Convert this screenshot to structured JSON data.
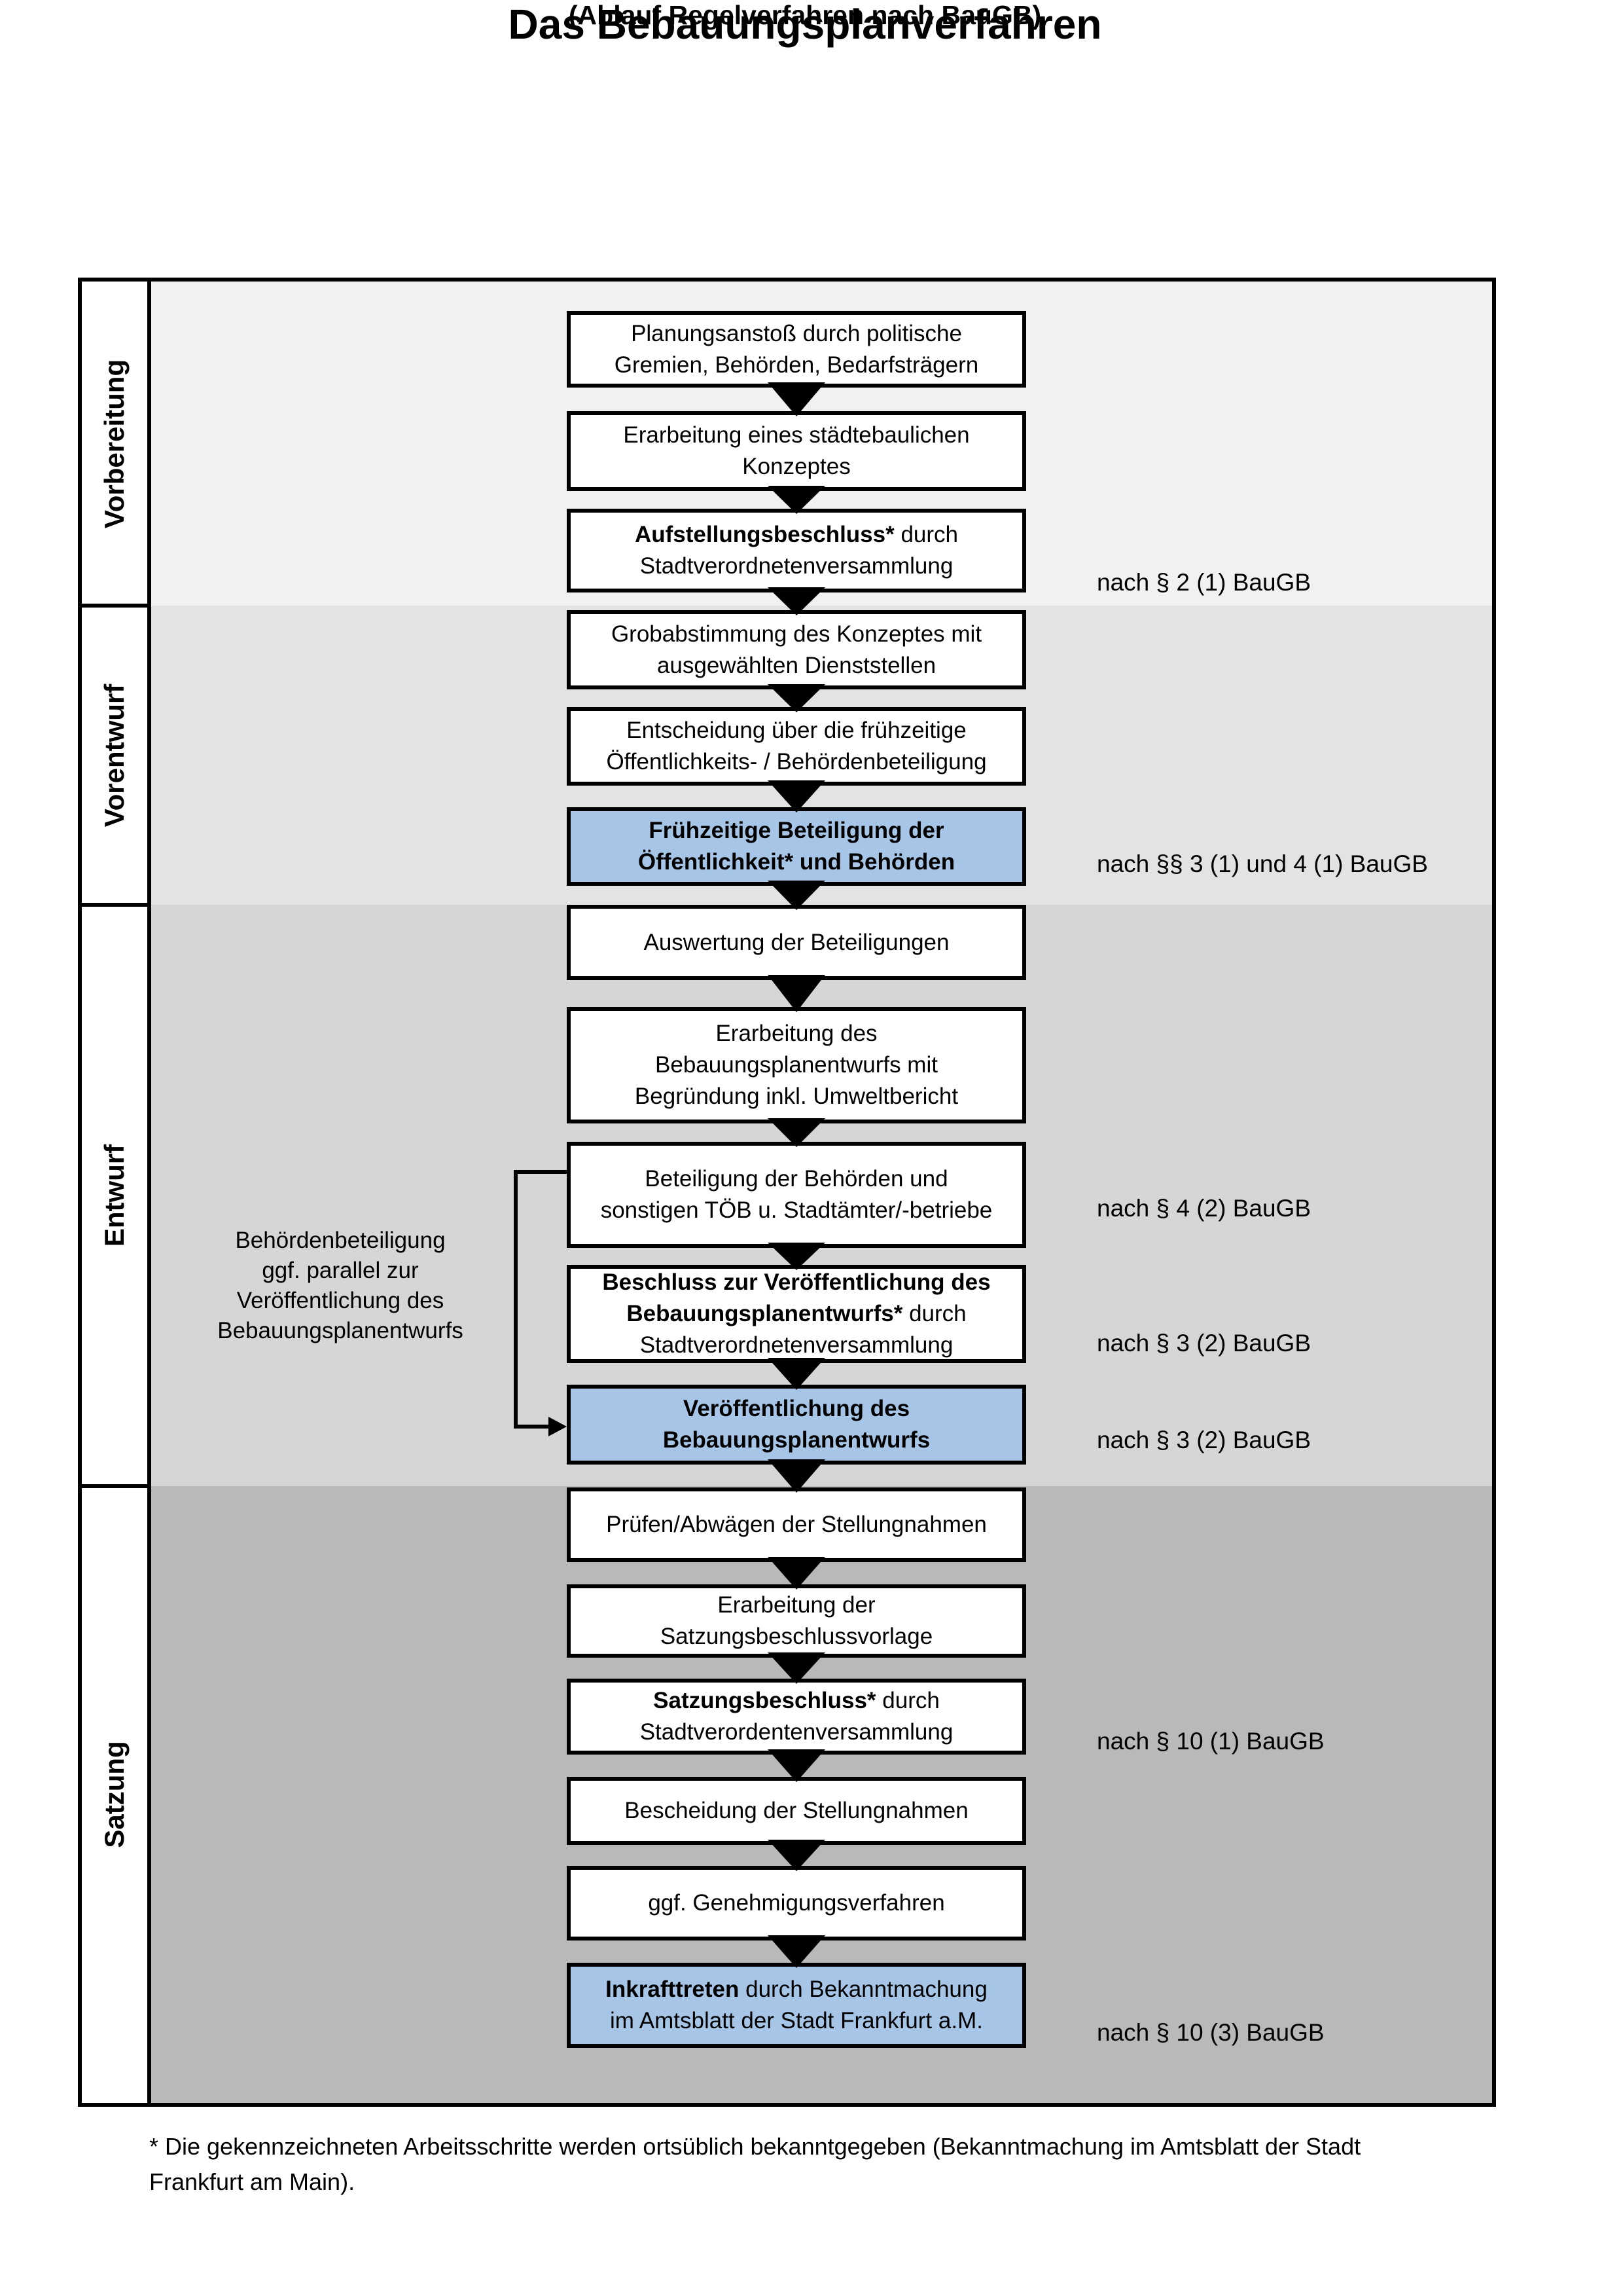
{
  "title": "Das Bebauungsplanverfahren",
  "subtitle": "(Ablauf Regelverfahren nach BauGB)",
  "colors": {
    "highlight_box": "#a7c6e7",
    "box_bg": "#ffffff",
    "box_border": "#000000",
    "band_vorbereitung": "#f1f1f1",
    "band_vorentwurf": "#e3e3e3",
    "band_entwurf": "#d6d6d6",
    "band_satzung": "#b9b9b9"
  },
  "phases": [
    {
      "key": "vorbereitung",
      "label": "Vorbereitung"
    },
    {
      "key": "vorentwurf",
      "label": "Vorentwurf"
    },
    {
      "key": "entwurf",
      "label": "Entwurf"
    },
    {
      "key": "satzung",
      "label": "Satzung"
    }
  ],
  "steps": [
    {
      "key": "planungsanstoss",
      "phase": "vorbereitung",
      "highlight": false,
      "lines": [
        [
          {
            "t": "Planungsanstoß durch politische"
          }
        ],
        [
          {
            "t": "Gremien, Behörden, Bedarfsträgern"
          }
        ]
      ]
    },
    {
      "key": "staedtebauliches-konzept",
      "phase": "vorbereitung",
      "highlight": false,
      "lines": [
        [
          {
            "t": "Erarbeitung eines städtebaulichen"
          }
        ],
        [
          {
            "t": "Konzeptes"
          }
        ]
      ]
    },
    {
      "key": "aufstellungsbeschluss",
      "phase": "vorbereitung",
      "highlight": false,
      "lines": [
        [
          {
            "t": "Aufstellungsbeschluss*",
            "b": true
          },
          {
            "t": " durch"
          }
        ],
        [
          {
            "t": "Stadtverordnetenversammlung"
          }
        ]
      ]
    },
    {
      "key": "grobabstimmung",
      "phase": "vorentwurf",
      "highlight": false,
      "lines": [
        [
          {
            "t": "Grobabstimmung des Konzeptes mit"
          }
        ],
        [
          {
            "t": "ausgewählten Dienststellen"
          }
        ]
      ]
    },
    {
      "key": "entscheidung-fruehzeitige-beteiligung",
      "phase": "vorentwurf",
      "highlight": false,
      "lines": [
        [
          {
            "t": "Entscheidung über die frühzeitige"
          }
        ],
        [
          {
            "t": "Öffentlichkeits- / Behördenbeteiligung"
          }
        ]
      ]
    },
    {
      "key": "fruehzeitige-beteiligung",
      "phase": "vorentwurf",
      "highlight": true,
      "lines": [
        [
          {
            "t": "Frühzeitige Beteiligung der",
            "b": true
          }
        ],
        [
          {
            "t": "Öffentlichkeit* und Behörden",
            "b": true
          }
        ]
      ]
    },
    {
      "key": "auswertung-beteiligungen",
      "phase": "entwurf",
      "highlight": false,
      "lines": [
        [
          {
            "t": "Auswertung der Beteiligungen"
          }
        ]
      ]
    },
    {
      "key": "erarbeitung-bebauungsplanentwurf",
      "phase": "entwurf",
      "highlight": false,
      "lines": [
        [
          {
            "t": "Erarbeitung des"
          }
        ],
        [
          {
            "t": "Bebauungsplanentwurfs mit"
          }
        ],
        [
          {
            "t": "Begründung inkl. Umweltbericht"
          }
        ]
      ]
    },
    {
      "key": "behoerdenbeteiligung-toeb",
      "phase": "entwurf",
      "highlight": false,
      "lines": [
        [
          {
            "t": "Beteiligung der Behörden und"
          }
        ],
        [
          {
            "t": "sonstigen TÖB u. Stadtämter/-betriebe"
          }
        ]
      ]
    },
    {
      "key": "beschluss-veroeffentlichung",
      "phase": "entwurf",
      "highlight": false,
      "lines": [
        [
          {
            "t": "Beschluss zur Veröffentlichung des",
            "b": true
          }
        ],
        [
          {
            "t": "Bebauungsplanentwurfs*",
            "b": true
          },
          {
            "t": " durch"
          }
        ],
        [
          {
            "t": "Stadtverordnetenversammlung"
          }
        ]
      ]
    },
    {
      "key": "veroeffentlichung-entwurf",
      "phase": "entwurf",
      "highlight": true,
      "lines": [
        [
          {
            "t": "Veröffentlichung des",
            "b": true
          }
        ],
        [
          {
            "t": "Bebauungsplanentwurfs",
            "b": true
          }
        ]
      ]
    },
    {
      "key": "pruefen-abwaegen",
      "phase": "satzung",
      "highlight": false,
      "lines": [
        [
          {
            "t": "Prüfen/Abwägen der Stellungnahmen"
          }
        ]
      ]
    },
    {
      "key": "satzungsbeschlussvorlage",
      "phase": "satzung",
      "highlight": false,
      "lines": [
        [
          {
            "t": "Erarbeitung der"
          }
        ],
        [
          {
            "t": "Satzungsbeschlussvorlage"
          }
        ]
      ]
    },
    {
      "key": "satzungsbeschluss",
      "phase": "satzung",
      "highlight": false,
      "lines": [
        [
          {
            "t": "Satzungsbeschluss*",
            "b": true
          },
          {
            "t": " durch"
          }
        ],
        [
          {
            "t": "Stadtverordentenversammlung"
          }
        ]
      ]
    },
    {
      "key": "bescheidung-stellungnahmen",
      "phase": "satzung",
      "highlight": false,
      "lines": [
        [
          {
            "t": "Bescheidung der Stellungnahmen"
          }
        ]
      ]
    },
    {
      "key": "genehmigungsverfahren",
      "phase": "satzung",
      "highlight": false,
      "lines": [
        [
          {
            "t": "ggf. Genehmigungsverfahren"
          }
        ]
      ]
    },
    {
      "key": "inkrafttreten",
      "phase": "satzung",
      "highlight": true,
      "lines": [
        [
          {
            "t": "Inkrafttreten",
            "b": true
          },
          {
            "t": " durch Bekanntmachung"
          }
        ],
        [
          {
            "t": "im Amtsblatt der Stadt Frankfurt a.M."
          }
        ]
      ]
    }
  ],
  "legal_refs": [
    {
      "step": "aufstellungsbeschluss",
      "text": "nach § 2 (1) BauGB"
    },
    {
      "step": "fruehzeitige-beteiligung",
      "text": "nach §§ 3 (1) und 4 (1) BauGB"
    },
    {
      "step": "behoerdenbeteiligung-toeb",
      "text": "nach § 4 (2) BauGB"
    },
    {
      "step": "beschluss-veroeffentlichung",
      "text": "nach § 3 (2) BauGB"
    },
    {
      "step": "veroeffentlichung-entwurf",
      "text": "nach § 3 (2) BauGB"
    },
    {
      "step": "satzungsbeschluss",
      "text": "nach § 10 (1) BauGB"
    },
    {
      "step": "inkrafttreten",
      "text": "nach § 10 (3) BauGB"
    }
  ],
  "side_note": {
    "lines": [
      "Behördenbeteiligung",
      "ggf. parallel zur",
      "Veröffentlichung des",
      "Bebauungsplanentwurfs"
    ]
  },
  "footnote": {
    "lines": [
      "* Die gekennzeichneten Arbeitsschritte werden ortsüblich bekanntgegeben (Bekanntmachung im Amtsblatt  der Stadt",
      "Frankfurt am Main)."
    ]
  }
}
